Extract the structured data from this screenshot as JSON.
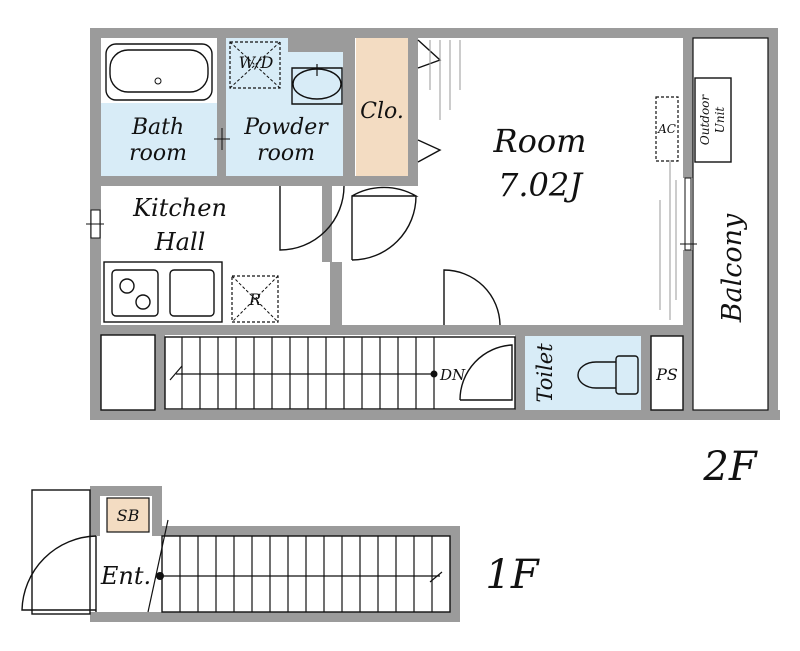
{
  "floors": {
    "upper": {
      "label": "2F"
    },
    "lower": {
      "label": "1F"
    }
  },
  "rooms": {
    "bath": {
      "line1": "Bath",
      "line2": "room"
    },
    "powder": {
      "line1": "Powder",
      "line2": "room"
    },
    "closet": {
      "label": "Clo."
    },
    "main": {
      "name": "Room",
      "size": "7.02J"
    },
    "kitchen": {
      "line1": "Kitchen",
      "line2": "Hall"
    },
    "toilet": {
      "label": "Toilet"
    },
    "balcony": {
      "label": "Balcony"
    },
    "entrance": {
      "label": "Ent."
    }
  },
  "fixtures": {
    "washer_dryer": "W/D",
    "refrigerator": "R",
    "air_conditioner": "AC",
    "outdoor_unit": {
      "line1": "Outdoor",
      "line2": "Unit"
    },
    "pipe_space": "PS",
    "stairs_down": "DN",
    "switchboard": "SB"
  },
  "colors": {
    "wall": "#9b9b9b",
    "wet_area": "#d8ecf7",
    "closet": "#f3dcc2",
    "switchboard": "#f3dcc2"
  }
}
